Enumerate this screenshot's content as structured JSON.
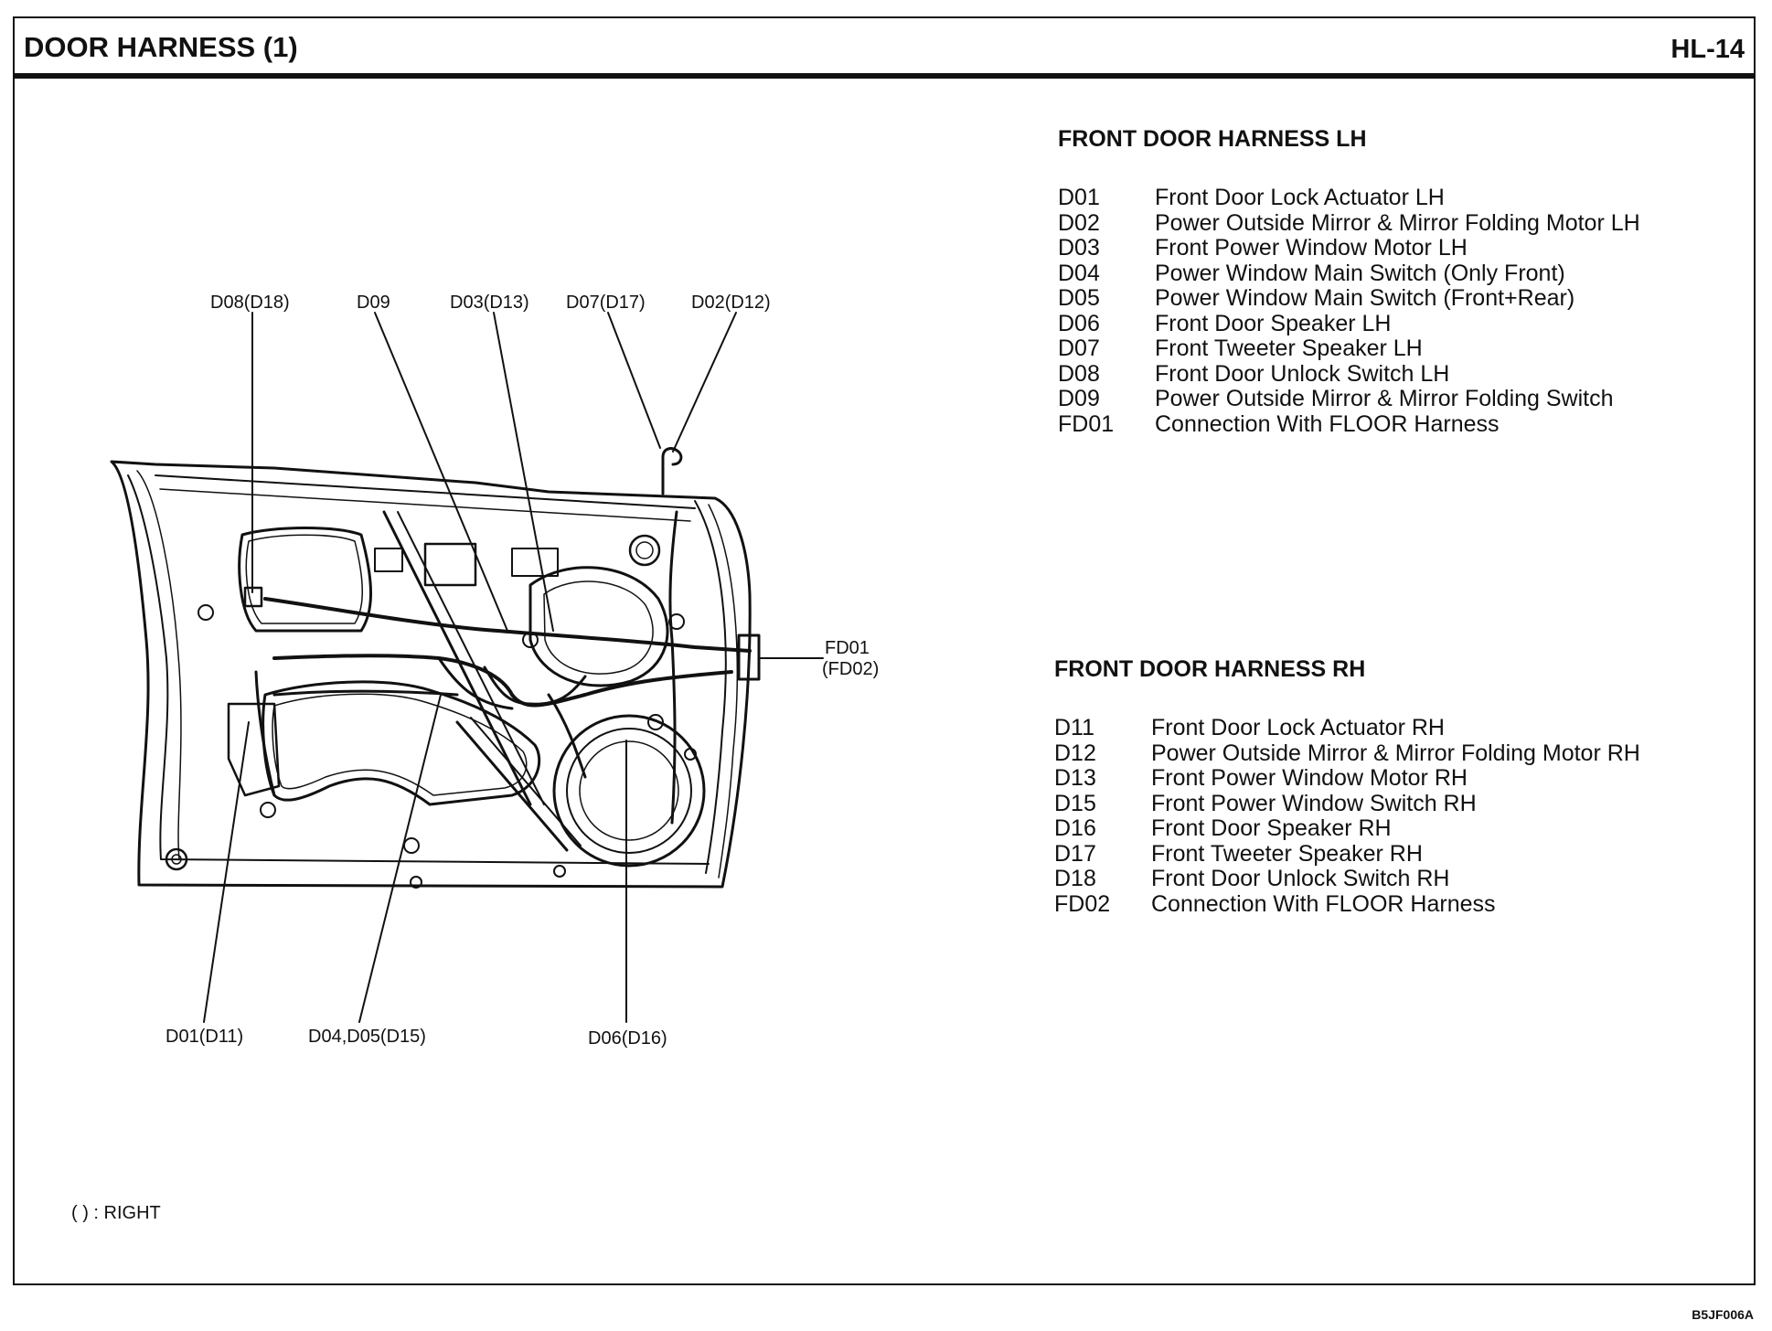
{
  "header": {
    "title": "DOOR HARNESS (1)",
    "page": "HL-14"
  },
  "callouts": {
    "d08": "D08(D18)",
    "d09": "D09",
    "d03": "D03(D13)",
    "d07": "D07(D17)",
    "d02": "D02(D12)",
    "fd01": "FD01",
    "fd02": "(FD02)",
    "d01": "D01(D11)",
    "d04": "D04,D05(D15)",
    "d06": "D06(D16)"
  },
  "lh": {
    "title": "FRONT DOOR HARNESS LH",
    "items": [
      {
        "code": "D01",
        "desc": "Front Door Lock Actuator LH"
      },
      {
        "code": "D02",
        "desc": "Power Outside Mirror & Mirror Folding Motor LH"
      },
      {
        "code": "D03",
        "desc": "Front Power Window Motor LH"
      },
      {
        "code": "D04",
        "desc": "Power Window Main Switch (Only Front)"
      },
      {
        "code": "D05",
        "desc": "Power Window Main Switch (Front+Rear)"
      },
      {
        "code": "D06",
        "desc": "Front Door Speaker LH"
      },
      {
        "code": "D07",
        "desc": "Front Tweeter Speaker LH"
      },
      {
        "code": "D08",
        "desc": "Front Door Unlock Switch LH"
      },
      {
        "code": "D09",
        "desc": "Power Outside Mirror & Mirror Folding Switch"
      },
      {
        "code": "FD01",
        "desc": "Connection With FLOOR Harness"
      }
    ]
  },
  "rh": {
    "title": "FRONT DOOR HARNESS RH",
    "items": [
      {
        "code": "D11",
        "desc": "Front Door Lock Actuator RH"
      },
      {
        "code": "D12",
        "desc": "Power Outside Mirror & Mirror Folding Motor RH"
      },
      {
        "code": "D13",
        "desc": "Front Power Window Motor RH"
      },
      {
        "code": "D15",
        "desc": "Front Power Window Switch RH"
      },
      {
        "code": "D16",
        "desc": "Front Door Speaker RH"
      },
      {
        "code": "D17",
        "desc": "Front Tweeter Speaker RH"
      },
      {
        "code": "D18",
        "desc": "Front Door Unlock Switch RH"
      },
      {
        "code": "FD02",
        "desc": "Connection With FLOOR Harness"
      }
    ]
  },
  "note": "(   ) : RIGHT",
  "doc_id": "B5JF006A"
}
